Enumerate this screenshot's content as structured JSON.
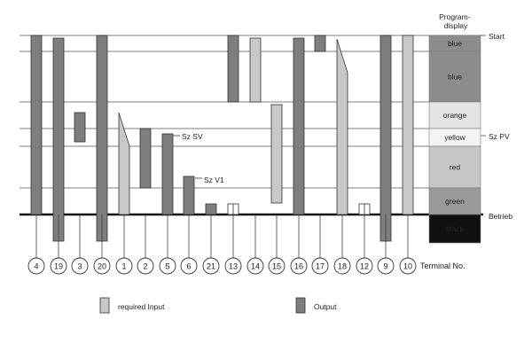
{
  "program_display": {
    "title": "Program-\ndisplay",
    "segments": [
      {
        "label": "blue",
        "color": "#8c8c8c",
        "text_color": "#ffffff"
      },
      {
        "label": "blue",
        "color": "#8c8c8c",
        "text_color": "#ffffff"
      },
      {
        "label": "orange",
        "color": "#e4e4e4",
        "text_color": "#222222"
      },
      {
        "label": "yellow",
        "color": "#f4f4f4",
        "text_color": "#222222"
      },
      {
        "label": "red",
        "color": "#c6c6c6",
        "text_color": "#222222"
      },
      {
        "label": "green",
        "color": "#9a9a9a",
        "text_color": "#ffffff"
      },
      {
        "label": "black",
        "color": "#111111",
        "text_color": "#ffffff"
      }
    ]
  },
  "right_labels": {
    "start": "Start",
    "sz_pv": "Sz PV",
    "betrieb": "Betrieb"
  },
  "inline_labels": {
    "sz_sv": "Sz SV",
    "sz_v1": "Sz V1"
  },
  "terminals": {
    "label": "Terminal No.",
    "items": [
      "4",
      "19",
      "3",
      "20",
      "1",
      "2",
      "5",
      "6",
      "21",
      "13",
      "14",
      "15",
      "16",
      "17",
      "18",
      "12",
      "9",
      "10"
    ]
  },
  "legend": {
    "input_label": "required Input",
    "output_label": "Output",
    "input_color": "#c8c8c8",
    "output_color": "#7e7e7e"
  }
}
